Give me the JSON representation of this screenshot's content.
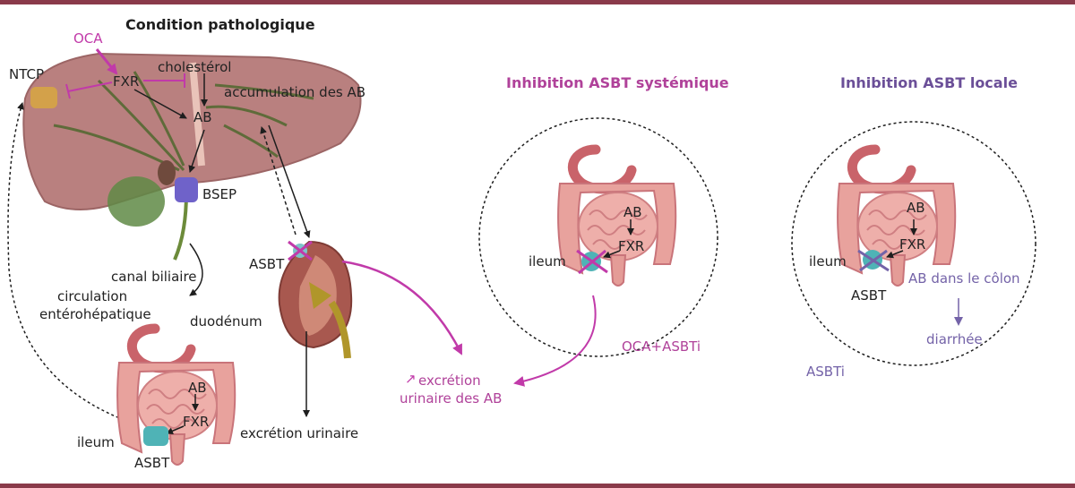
{
  "titles": {
    "left": "Condition pathologique",
    "middle": "Inhibition ASBT systémique",
    "right": "Inhibition ASBT locale"
  },
  "left": {
    "oca": "OCA",
    "ntcp": "NTCP",
    "fxr_liver": "FXR",
    "cholesterol": "cholestérol",
    "accumulation": "accumulation des AB",
    "ab_liver": "AB",
    "bsep": "BSEP",
    "asbt_kidney": "ASBT",
    "canal": "canal biliaire",
    "circulation_1": "circulation",
    "circulation_2": "entérohépatique",
    "duodenum": "duodénum",
    "ab_intestine": "AB",
    "fxr_intestine": "FXR",
    "ileum": "ileum",
    "asbt_intestine": "ASBT",
    "excretion_urinaire": "excrétion urinaire"
  },
  "middle": {
    "ab": "AB",
    "fxr": "FXR",
    "ileum": "ileum",
    "treatment": "OCA+ASBTi",
    "excretion_arrow": "↗",
    "excretion_1": "excrétion",
    "excretion_2": "urinaire des AB"
  },
  "right": {
    "ab": "AB",
    "fxr": "FXR",
    "ileum": "ileum",
    "asbt": "ASBT",
    "ab_colon": "AB dans le côlon",
    "diarrhee": "diarrhée",
    "treatment": "ASBTi"
  },
  "colors": {
    "frame": "#8a3a4a",
    "magenta": "#c13aa9",
    "purple": "#6b4f98",
    "liver": "#b77f7e",
    "intestine": "#e49c97",
    "kidney": "#a8584f"
  }
}
